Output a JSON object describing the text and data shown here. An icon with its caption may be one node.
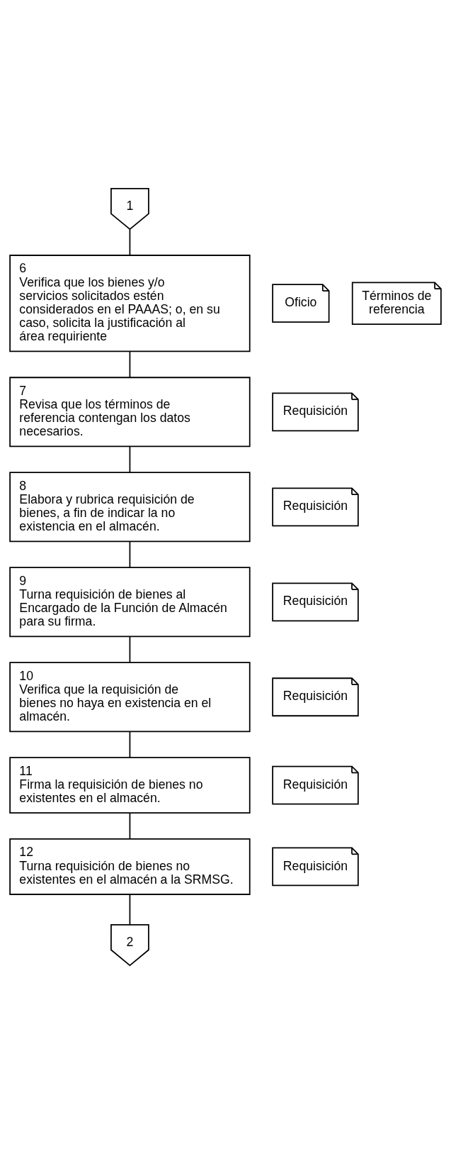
{
  "diagram": {
    "nodes": [
      {
        "text": [
          "1"
        ]
      },
      {
        "text": [
          "6",
          "Verifica que los bienes y/o servicios solicitados estén considerados en el PAAAS; o, en su caso, solicita la justificación al área requiriente"
        ]
      },
      {
        "text": [
          "Oficio"
        ]
      },
      {
        "text": [
          "Términos de referencia"
        ]
      },
      {
        "text": [
          "7",
          "Revisa que los términos de referencia contengan los datos necesarios."
        ]
      },
      {
        "text": [
          "Requisición"
        ]
      },
      {
        "text": [
          "8",
          "Elabora y rubrica requisición de bienes, a fin de indicar la no existencia en el almacén."
        ]
      },
      {
        "text": [
          "Requisición"
        ]
      },
      {
        "text": [
          "9",
          "Turna requisición de bienes al Encargado de la Función de Almacén para su firma."
        ]
      },
      {
        "text": [
          "Requisición"
        ]
      },
      {
        "text": [
          "10",
          "Verifica que la requisición de bienes no haya en existencia en el almacén."
        ]
      },
      {
        "text": [
          "Requisición"
        ]
      },
      {
        "text": [
          "11",
          "Firma la requisición de bienes no existentes en el almacén."
        ]
      },
      {
        "text": [
          "Requisición"
        ]
      },
      {
        "text": [
          "12",
          "Turna requisición de bienes no existentes en el almacén a la SRMSG."
        ]
      },
      {
        "text": [
          "Requisición"
        ]
      },
      {
        "text": [
          "2"
        ]
      }
    ],
    "edges": [
      {
        "from": 0,
        "to": 1,
        "arrow": "none"
      },
      {
        "from": 1,
        "to": 4,
        "arrow": "none"
      },
      {
        "from": 4,
        "to": 6,
        "arrow": "none"
      },
      {
        "from": 6,
        "to": 8,
        "arrow": "none"
      },
      {
        "from": 8,
        "to": 10,
        "arrow": "none"
      },
      {
        "from": 10,
        "to": 12,
        "arrow": "none"
      },
      {
        "from": 12,
        "to": 14,
        "arrow": "none"
      },
      {
        "from": 14,
        "to": 16,
        "arrow": "none"
      }
    ]
  }
}
